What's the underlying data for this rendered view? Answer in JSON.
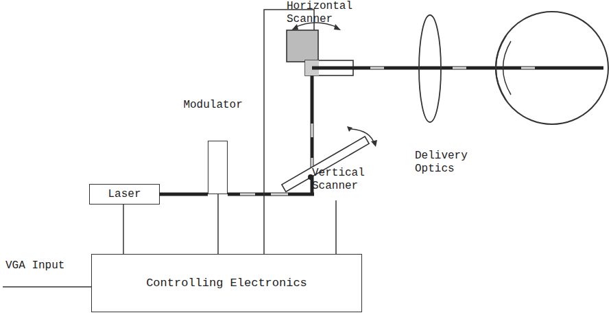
{
  "diagram": {
    "nodes": [
      {
        "text": [
          "Laser"
        ]
      },
      {
        "text": [
          "Modulator"
        ]
      },
      {
        "text": [
          "Controlling Electronics"
        ]
      }
    ],
    "edges": [
      {
        "from": 0,
        "to": 1,
        "arrow": "none"
      },
      {
        "from": 2,
        "to": 0,
        "arrow": "none"
      },
      {
        "from": 2,
        "to": 1,
        "arrow": "none"
      }
    ],
    "labels": [
      "Horizontal Scanner",
      "Vertical Scanner",
      "Delivery Optics",
      "VGA Input"
    ]
  }
}
